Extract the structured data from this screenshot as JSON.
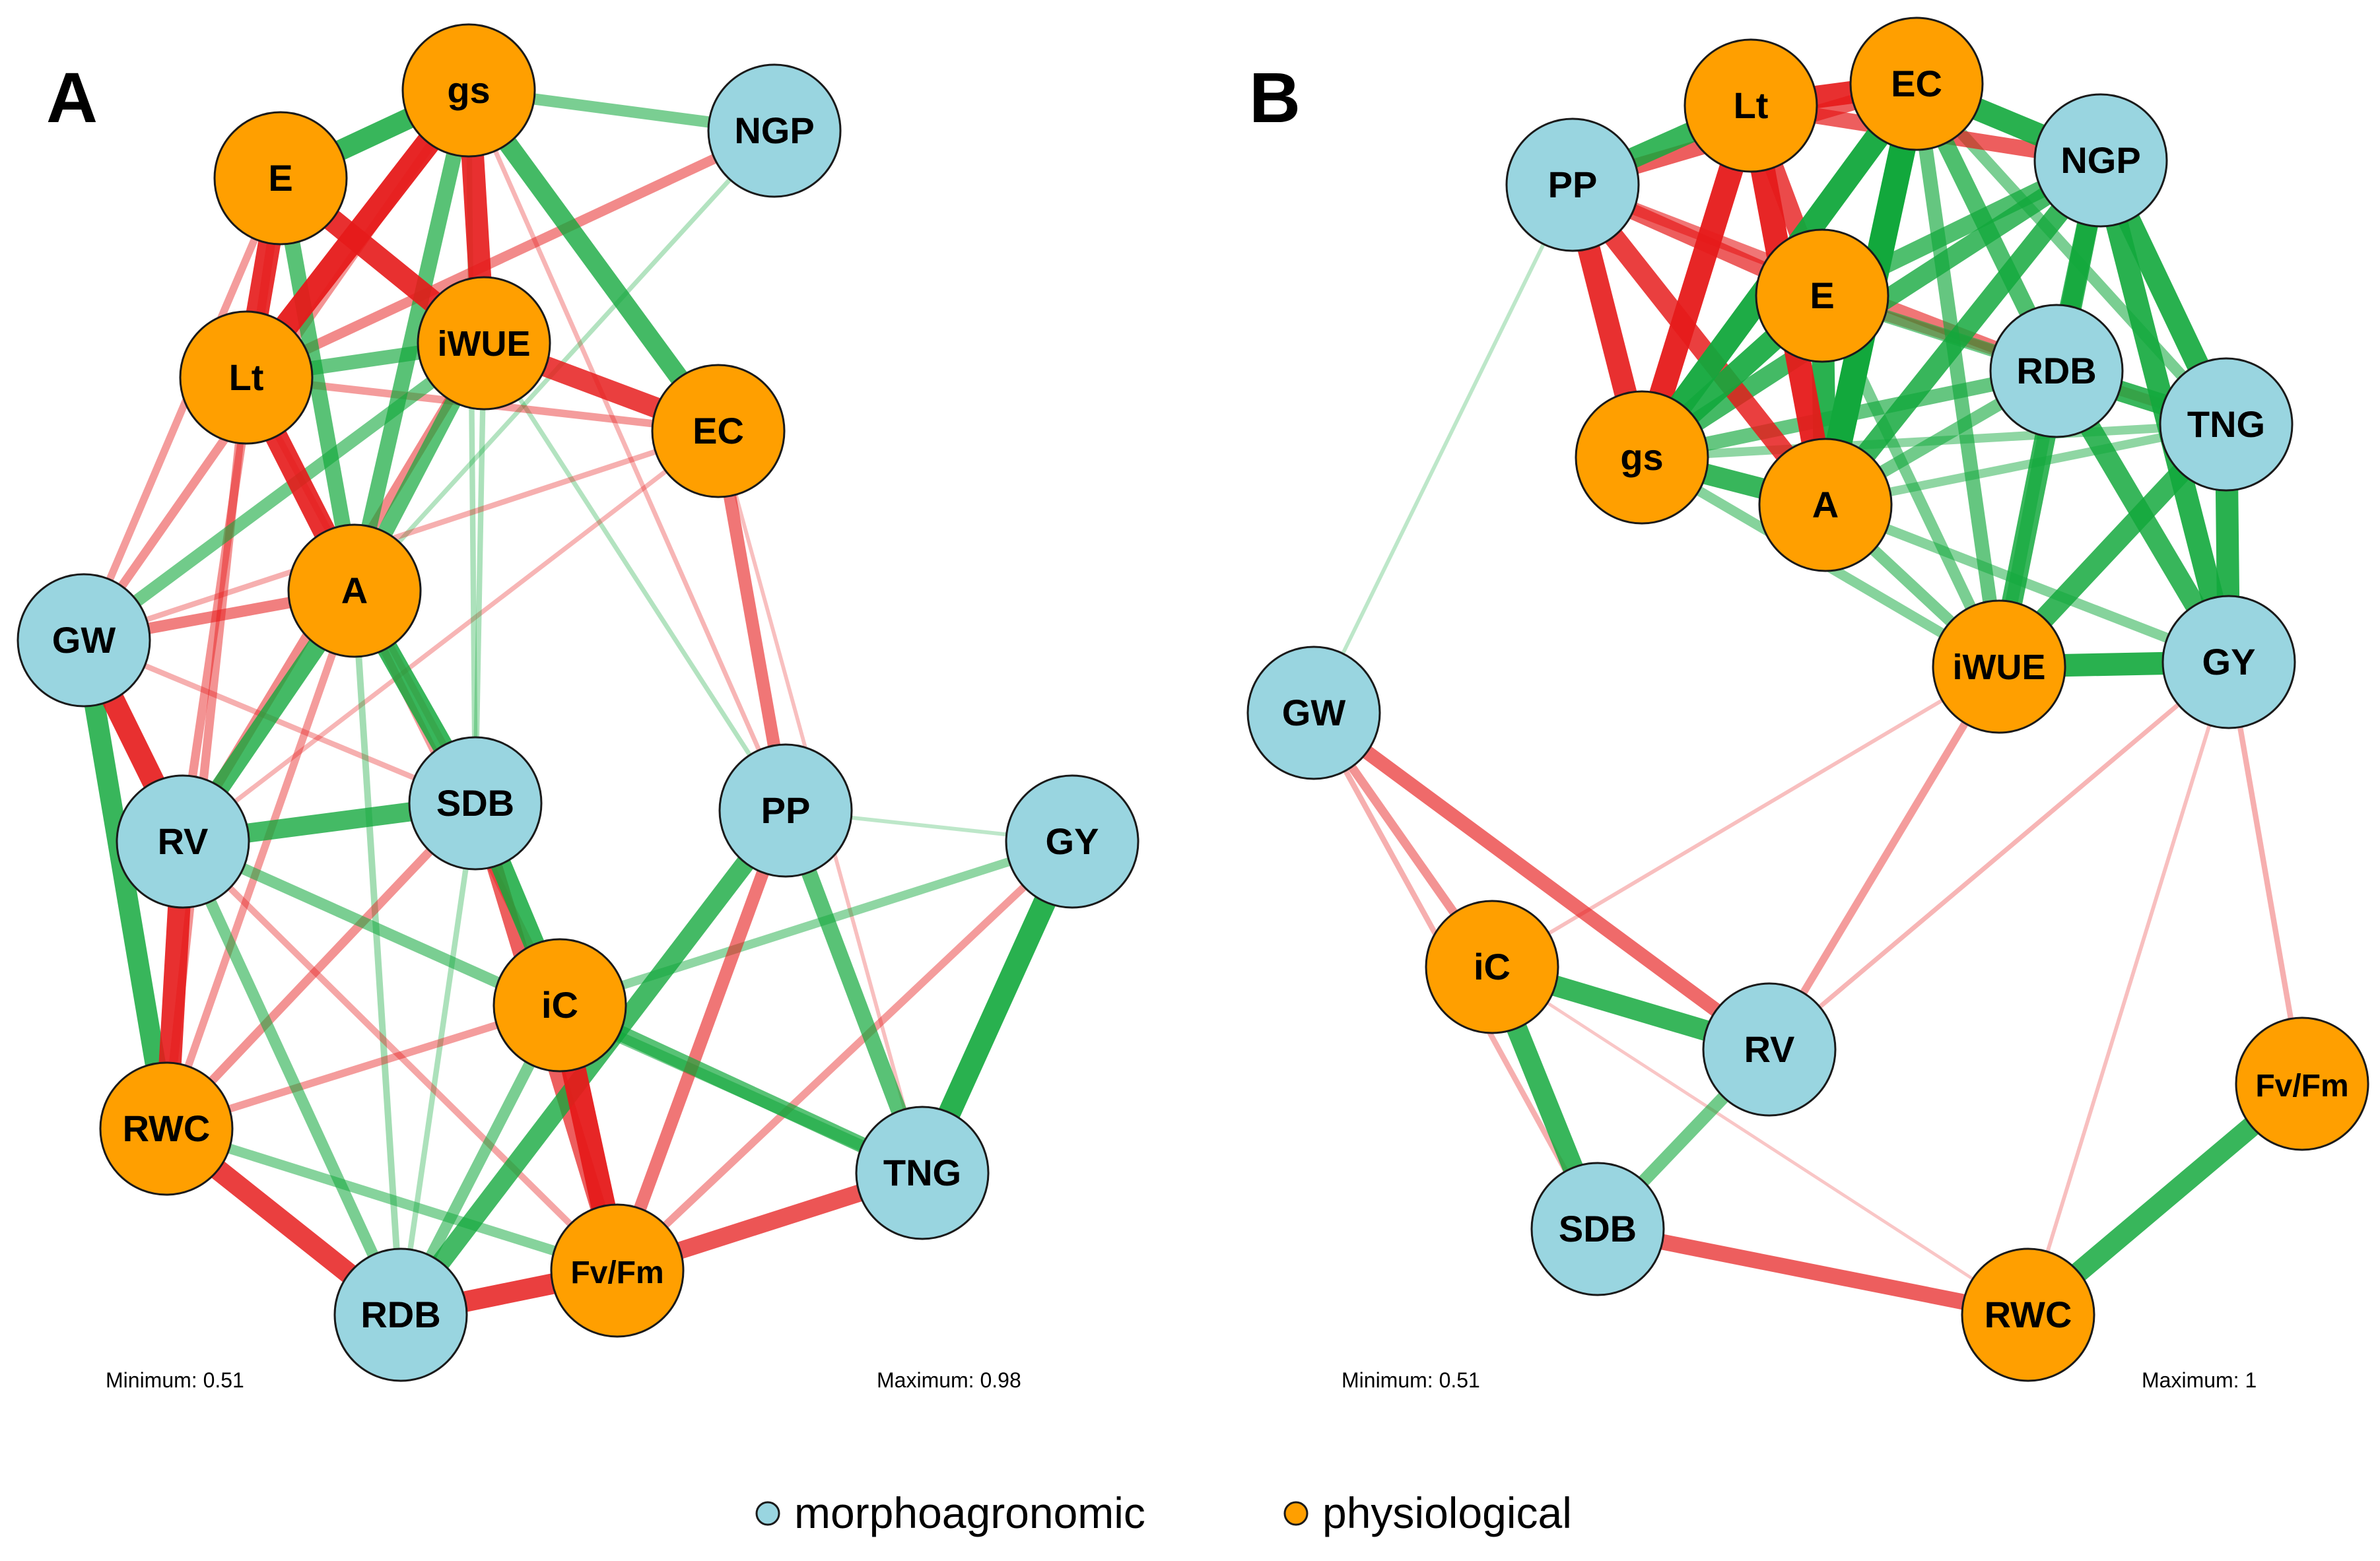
{
  "colors": {
    "morphoagronomic": "#99d5e0",
    "physiological": "#ff9f00",
    "positive_edge": "#12a83c",
    "negative_edge": "#e61a1a",
    "node_stroke": "#1a1a1a"
  },
  "legend": [
    {
      "category": "morphoagronomic",
      "label": "morphoagronomic"
    },
    {
      "category": "physiological",
      "label": "physiological"
    }
  ],
  "panels": [
    {
      "id": "A",
      "label": "A",
      "minimum_text": "Minimum: 0.51",
      "maximum_text": "Maximum: 0.98",
      "nodes": [
        {
          "id": "gs",
          "label": "gs",
          "category": "physiological"
        },
        {
          "id": "E",
          "label": "E",
          "category": "physiological"
        },
        {
          "id": "NGP",
          "label": "NGP",
          "category": "morphoagronomic"
        },
        {
          "id": "Lt",
          "label": "Lt",
          "category": "physiological"
        },
        {
          "id": "iWUE",
          "label": "iWUE",
          "category": "physiological"
        },
        {
          "id": "EC",
          "label": "EC",
          "category": "physiological"
        },
        {
          "id": "A",
          "label": "A",
          "category": "physiological"
        },
        {
          "id": "GW",
          "label": "GW",
          "category": "morphoagronomic"
        },
        {
          "id": "RV",
          "label": "RV",
          "category": "morphoagronomic"
        },
        {
          "id": "SDB",
          "label": "SDB",
          "category": "morphoagronomic"
        },
        {
          "id": "PP",
          "label": "PP",
          "category": "morphoagronomic"
        },
        {
          "id": "GY",
          "label": "GY",
          "category": "morphoagronomic"
        },
        {
          "id": "iC",
          "label": "iC",
          "category": "physiological"
        },
        {
          "id": "RWC",
          "label": "RWC",
          "category": "physiological"
        },
        {
          "id": "TNG",
          "label": "TNG",
          "category": "morphoagronomic"
        },
        {
          "id": "RDB",
          "label": "RDB",
          "category": "morphoagronomic"
        },
        {
          "id": "FvFm",
          "label": "Fv/Fm",
          "category": "physiological"
        }
      ],
      "edges": [
        {
          "from": "gs",
          "to": "E",
          "sign": "positive",
          "strength": 0.85
        },
        {
          "from": "gs",
          "to": "Lt",
          "sign": "negative",
          "strength": 0.95
        },
        {
          "from": "gs",
          "to": "iWUE",
          "sign": "negative",
          "strength": 0.9
        },
        {
          "from": "gs",
          "to": "EC",
          "sign": "positive",
          "strength": 0.8
        },
        {
          "from": "gs",
          "to": "NGP",
          "sign": "positive",
          "strength": 0.55
        },
        {
          "from": "gs",
          "to": "A",
          "sign": "positive",
          "strength": 0.7
        },
        {
          "from": "gs",
          "to": "GW",
          "sign": "negative",
          "strength": 0.45
        },
        {
          "from": "gs",
          "to": "SDB",
          "sign": "positive",
          "strength": 0.3
        },
        {
          "from": "gs",
          "to": "PP",
          "sign": "negative",
          "strength": 0.25
        },
        {
          "from": "E",
          "to": "iWUE",
          "sign": "negative",
          "strength": 0.9
        },
        {
          "from": "E",
          "to": "Lt",
          "sign": "negative",
          "strength": 0.9
        },
        {
          "from": "E",
          "to": "A",
          "sign": "positive",
          "strength": 0.7
        },
        {
          "from": "E",
          "to": "RV",
          "sign": "negative",
          "strength": 0.45
        },
        {
          "from": "E",
          "to": "GW",
          "sign": "negative",
          "strength": 0.4
        },
        {
          "from": "NGP",
          "to": "Lt",
          "sign": "negative",
          "strength": 0.5
        },
        {
          "from": "NGP",
          "to": "A",
          "sign": "positive",
          "strength": 0.25
        },
        {
          "from": "Lt",
          "to": "A",
          "sign": "negative",
          "strength": 0.9
        },
        {
          "from": "Lt",
          "to": "iWUE",
          "sign": "positive",
          "strength": 0.65
        },
        {
          "from": "Lt",
          "to": "EC",
          "sign": "negative",
          "strength": 0.4
        },
        {
          "from": "Lt",
          "to": "RWC",
          "sign": "negative",
          "strength": 0.45
        },
        {
          "from": "Lt",
          "to": "SDB",
          "sign": "negative",
          "strength": 0.35
        },
        {
          "from": "iWUE",
          "to": "EC",
          "sign": "negative",
          "strength": 0.85
        },
        {
          "from": "iWUE",
          "to": "A",
          "sign": "positive",
          "strength": 0.7
        },
        {
          "from": "iWUE",
          "to": "GW",
          "sign": "positive",
          "strength": 0.6
        },
        {
          "from": "iWUE",
          "to": "RV",
          "sign": "negative",
          "strength": 0.5
        },
        {
          "from": "iWUE",
          "to": "SDB",
          "sign": "positive",
          "strength": 0.3
        },
        {
          "from": "iWUE",
          "to": "PP",
          "sign": "positive",
          "strength": 0.25
        },
        {
          "from": "EC",
          "to": "PP",
          "sign": "negative",
          "strength": 0.6
        },
        {
          "from": "EC",
          "to": "GW",
          "sign": "negative",
          "strength": 0.3
        },
        {
          "from": "EC",
          "to": "TNG",
          "sign": "negative",
          "strength": 0.2
        },
        {
          "from": "EC",
          "to": "RV",
          "sign": "negative",
          "strength": 0.25
        },
        {
          "from": "A",
          "to": "GW",
          "sign": "negative",
          "strength": 0.55
        },
        {
          "from": "A",
          "to": "RV",
          "sign": "positive",
          "strength": 0.8
        },
        {
          "from": "A",
          "to": "SDB",
          "sign": "positive",
          "strength": 0.85
        },
        {
          "from": "A",
          "to": "RWC",
          "sign": "negative",
          "strength": 0.4
        },
        {
          "from": "A",
          "to": "iC",
          "sign": "negative",
          "strength": 0.4
        },
        {
          "from": "A",
          "to": "RDB",
          "sign": "positive",
          "strength": 0.35
        },
        {
          "from": "GW",
          "to": "RV",
          "sign": "negative",
          "strength": 0.9
        },
        {
          "from": "GW",
          "to": "RWC",
          "sign": "positive",
          "strength": 0.85
        },
        {
          "from": "GW",
          "to": "SDB",
          "sign": "negative",
          "strength": 0.3
        },
        {
          "from": "RV",
          "to": "SDB",
          "sign": "positive",
          "strength": 0.8
        },
        {
          "from": "RV",
          "to": "RWC",
          "sign": "negative",
          "strength": 0.9
        },
        {
          "from": "RV",
          "to": "RDB",
          "sign": "positive",
          "strength": 0.55
        },
        {
          "from": "RV",
          "to": "TNG",
          "sign": "positive",
          "strength": 0.55
        },
        {
          "from": "RV",
          "to": "FvFm",
          "sign": "negative",
          "strength": 0.35
        },
        {
          "from": "SDB",
          "to": "iC",
          "sign": "positive",
          "strength": 0.85
        },
        {
          "from": "SDB",
          "to": "FvFm",
          "sign": "negative",
          "strength": 0.7
        },
        {
          "from": "SDB",
          "to": "RWC",
          "sign": "negative",
          "strength": 0.45
        },
        {
          "from": "SDB",
          "to": "RDB",
          "sign": "positive",
          "strength": 0.3
        },
        {
          "from": "PP",
          "to": "FvFm",
          "sign": "negative",
          "strength": 0.6
        },
        {
          "from": "PP",
          "to": "RDB",
          "sign": "positive",
          "strength": 0.8
        },
        {
          "from": "PP",
          "to": "TNG",
          "sign": "positive",
          "strength": 0.7
        },
        {
          "from": "PP",
          "to": "GY",
          "sign": "positive",
          "strength": 0.2
        },
        {
          "from": "GY",
          "to": "TNG",
          "sign": "positive",
          "strength": 0.9
        },
        {
          "from": "GY",
          "to": "iC",
          "sign": "positive",
          "strength": 0.45
        },
        {
          "from": "GY",
          "to": "FvFm",
          "sign": "negative",
          "strength": 0.4
        },
        {
          "from": "iC",
          "to": "TNG",
          "sign": "positive",
          "strength": 0.7
        },
        {
          "from": "iC",
          "to": "FvFm",
          "sign": "negative",
          "strength": 0.95
        },
        {
          "from": "iC",
          "to": "RDB",
          "sign": "positive",
          "strength": 0.55
        },
        {
          "from": "iC",
          "to": "RWC",
          "sign": "negative",
          "strength": 0.4
        },
        {
          "from": "RWC",
          "to": "RDB",
          "sign": "negative",
          "strength": 0.85
        },
        {
          "from": "RWC",
          "to": "FvFm",
          "sign": "positive",
          "strength": 0.5
        },
        {
          "from": "TNG",
          "to": "FvFm",
          "sign": "negative",
          "strength": 0.75
        },
        {
          "from": "RDB",
          "to": "FvFm",
          "sign": "negative",
          "strength": 0.85
        }
      ]
    },
    {
      "id": "B",
      "label": "B",
      "minimum_text": "Minimum: 0.51",
      "maximum_text": "Maximum: 1",
      "nodes": [
        {
          "id": "EC",
          "label": "EC",
          "category": "physiological"
        },
        {
          "id": "Lt",
          "label": "Lt",
          "category": "physiological"
        },
        {
          "id": "PP",
          "label": "PP",
          "category": "morphoagronomic"
        },
        {
          "id": "NGP",
          "label": "NGP",
          "category": "morphoagronomic"
        },
        {
          "id": "E",
          "label": "E",
          "category": "physiological"
        },
        {
          "id": "RDB",
          "label": "RDB",
          "category": "morphoagronomic"
        },
        {
          "id": "gs",
          "label": "gs",
          "category": "physiological"
        },
        {
          "id": "TNG",
          "label": "TNG",
          "category": "morphoagronomic"
        },
        {
          "id": "A",
          "label": "A",
          "category": "physiological"
        },
        {
          "id": "GW",
          "label": "GW",
          "category": "morphoagronomic"
        },
        {
          "id": "iWUE",
          "label": "iWUE",
          "category": "physiological"
        },
        {
          "id": "GY",
          "label": "GY",
          "category": "morphoagronomic"
        },
        {
          "id": "iC",
          "label": "iC",
          "category": "physiological"
        },
        {
          "id": "RV",
          "label": "RV",
          "category": "morphoagronomic"
        },
        {
          "id": "FvFm",
          "label": "Fv/Fm",
          "category": "physiological"
        },
        {
          "id": "SDB",
          "label": "SDB",
          "category": "morphoagronomic"
        },
        {
          "id": "RWC",
          "label": "RWC",
          "category": "physiological"
        }
      ],
      "edges": [
        {
          "from": "Lt",
          "to": "EC",
          "sign": "negative",
          "strength": 0.9
        },
        {
          "from": "Lt",
          "to": "PP",
          "sign": "positive",
          "strength": 0.85
        },
        {
          "from": "Lt",
          "to": "gs",
          "sign": "negative",
          "strength": 0.95
        },
        {
          "from": "Lt",
          "to": "A",
          "sign": "negative",
          "strength": 0.95
        },
        {
          "from": "Lt",
          "to": "NGP",
          "sign": "negative",
          "strength": 0.7
        },
        {
          "from": "Lt",
          "to": "E",
          "sign": "negative",
          "strength": 0.8
        },
        {
          "from": "EC",
          "to": "NGP",
          "sign": "positive",
          "strength": 0.9
        },
        {
          "from": "EC",
          "to": "A",
          "sign": "positive",
          "strength": 1.0
        },
        {
          "from": "EC",
          "to": "gs",
          "sign": "positive",
          "strength": 0.95
        },
        {
          "from": "EC",
          "to": "RDB",
          "sign": "positive",
          "strength": 0.75
        },
        {
          "from": "EC",
          "to": "iWUE",
          "sign": "positive",
          "strength": 0.65
        },
        {
          "from": "EC",
          "to": "PP",
          "sign": "negative",
          "strength": 0.7
        },
        {
          "from": "EC",
          "to": "TNG",
          "sign": "positive",
          "strength": 0.55
        },
        {
          "from": "PP",
          "to": "gs",
          "sign": "negative",
          "strength": 0.9
        },
        {
          "from": "PP",
          "to": "A",
          "sign": "negative",
          "strength": 0.85
        },
        {
          "from": "PP",
          "to": "E",
          "sign": "negative",
          "strength": 0.7
        },
        {
          "from": "PP",
          "to": "RDB",
          "sign": "negative",
          "strength": 0.6
        },
        {
          "from": "PP",
          "to": "GW",
          "sign": "positive",
          "strength": 0.2
        },
        {
          "from": "NGP",
          "to": "RDB",
          "sign": "positive",
          "strength": 0.85
        },
        {
          "from": "NGP",
          "to": "TNG",
          "sign": "positive",
          "strength": 0.9
        },
        {
          "from": "NGP",
          "to": "GY",
          "sign": "positive",
          "strength": 0.9
        },
        {
          "from": "NGP",
          "to": "iWUE",
          "sign": "positive",
          "strength": 0.85
        },
        {
          "from": "NGP",
          "to": "A",
          "sign": "positive",
          "strength": 0.85
        },
        {
          "from": "NGP",
          "to": "gs",
          "sign": "positive",
          "strength": 0.8
        },
        {
          "from": "NGP",
          "to": "E",
          "sign": "positive",
          "strength": 0.75
        },
        {
          "from": "E",
          "to": "gs",
          "sign": "positive",
          "strength": 0.9
        },
        {
          "from": "E",
          "to": "A",
          "sign": "positive",
          "strength": 0.9
        },
        {
          "from": "E",
          "to": "RDB",
          "sign": "positive",
          "strength": 0.6
        },
        {
          "from": "E",
          "to": "TNG",
          "sign": "negative",
          "strength": 0.5
        },
        {
          "from": "E",
          "to": "iWUE",
          "sign": "positive",
          "strength": 0.55
        },
        {
          "from": "RDB",
          "to": "TNG",
          "sign": "positive",
          "strength": 0.85
        },
        {
          "from": "RDB",
          "to": "GY",
          "sign": "positive",
          "strength": 0.85
        },
        {
          "from": "RDB",
          "to": "iWUE",
          "sign": "positive",
          "strength": 0.6
        },
        {
          "from": "RDB",
          "to": "A",
          "sign": "positive",
          "strength": 0.6
        },
        {
          "from": "RDB",
          "to": "gs",
          "sign": "positive",
          "strength": 0.65
        },
        {
          "from": "gs",
          "to": "A",
          "sign": "positive",
          "strength": 0.85
        },
        {
          "from": "gs",
          "to": "iWUE",
          "sign": "positive",
          "strength": 0.5
        },
        {
          "from": "gs",
          "to": "TNG",
          "sign": "positive",
          "strength": 0.45
        },
        {
          "from": "A",
          "to": "iWUE",
          "sign": "positive",
          "strength": 0.55
        },
        {
          "from": "A",
          "to": "GY",
          "sign": "positive",
          "strength": 0.5
        },
        {
          "from": "A",
          "to": "TNG",
          "sign": "positive",
          "strength": 0.45
        },
        {
          "from": "TNG",
          "to": "GY",
          "sign": "positive",
          "strength": 0.9
        },
        {
          "from": "TNG",
          "to": "iWUE",
          "sign": "positive",
          "strength": 0.85
        },
        {
          "from": "iWUE",
          "to": "GY",
          "sign": "positive",
          "strength": 0.9
        },
        {
          "from": "iWUE",
          "to": "RV",
          "sign": "negative",
          "strength": 0.4
        },
        {
          "from": "iWUE",
          "to": "iC",
          "sign": "negative",
          "strength": 0.2
        },
        {
          "from": "GY",
          "to": "FvFm",
          "sign": "negative",
          "strength": 0.3
        },
        {
          "from": "GY",
          "to": "RWC",
          "sign": "negative",
          "strength": 0.2
        },
        {
          "from": "GY",
          "to": "RV",
          "sign": "negative",
          "strength": 0.25
        },
        {
          "from": "GW",
          "to": "RV",
          "sign": "negative",
          "strength": 0.65
        },
        {
          "from": "GW",
          "to": "iC",
          "sign": "negative",
          "strength": 0.45
        },
        {
          "from": "GW",
          "to": "SDB",
          "sign": "negative",
          "strength": 0.3
        },
        {
          "from": "iC",
          "to": "RV",
          "sign": "positive",
          "strength": 0.85
        },
        {
          "from": "iC",
          "to": "SDB",
          "sign": "positive",
          "strength": 0.85
        },
        {
          "from": "RV",
          "to": "SDB",
          "sign": "positive",
          "strength": 0.6
        },
        {
          "from": "SDB",
          "to": "RWC",
          "sign": "negative",
          "strength": 0.7
        },
        {
          "from": "iC",
          "to": "RWC",
          "sign": "negative",
          "strength": 0.15
        },
        {
          "from": "FvFm",
          "to": "RWC",
          "sign": "positive",
          "strength": 0.85
        }
      ]
    }
  ]
}
